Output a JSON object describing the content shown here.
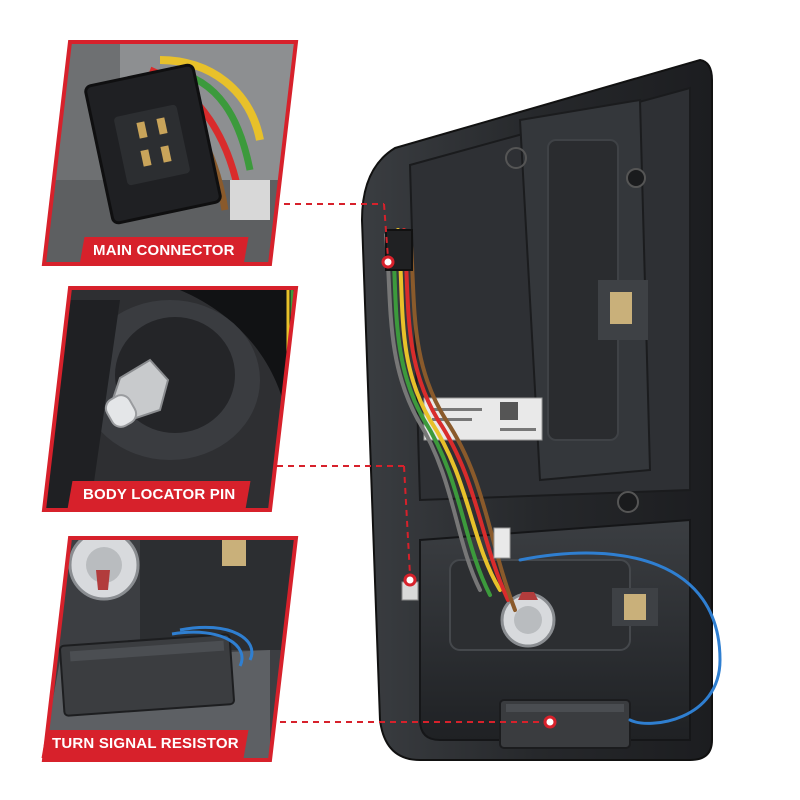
{
  "callouts": {
    "main_connector": "MAIN CONNECTOR",
    "body_locator_pin": "BODY LOCATOR PIN",
    "turn_signal_resistor": "TURN SIGNAL RESISTOR"
  },
  "colors": {
    "accent_red": "#d7212b",
    "housing_dark": "#2b2d30",
    "wire_blue": "#2f7fd1"
  }
}
